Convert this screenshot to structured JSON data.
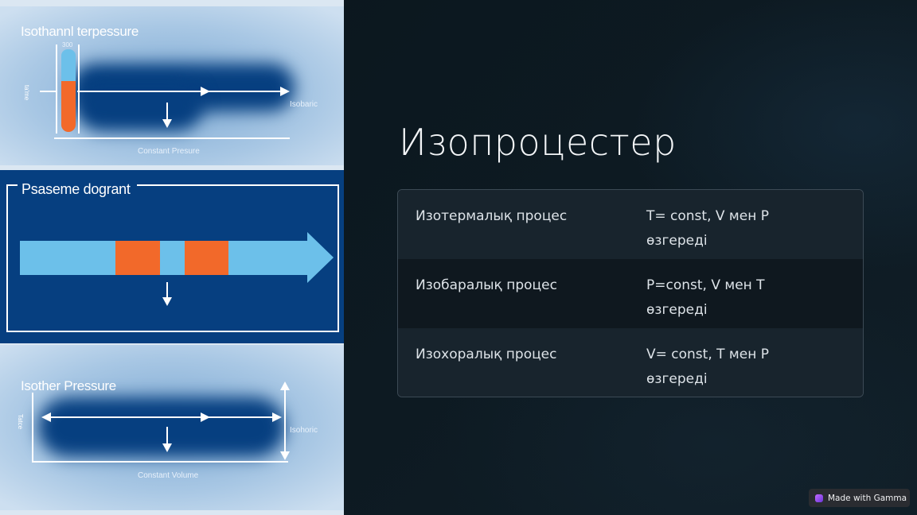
{
  "slide": {
    "title": "Изопроцестер",
    "colors": {
      "background": "#0c151c",
      "title_text": "#f3f5f7",
      "table_text": "#dde3e8",
      "table_border": "#3c4a55",
      "illustration_blue": "#063f80",
      "illustration_light_blue": "#6cc0ea",
      "illustration_orange": "#f2692a"
    },
    "table": {
      "rows": [
        {
          "process": "Изотермалық процес",
          "description_line1": "T= const, V мен P",
          "description_line2": "өзгереді"
        },
        {
          "process": "Изобаралық процес",
          "description_line1": "P=const, V мен T",
          "description_line2": "өзгереді"
        },
        {
          "process": "Изохоралық процес",
          "description_line1": "V= const, T мен P",
          "description_line2": "өзгереді"
        }
      ]
    }
  },
  "illustration": {
    "top_panel": {
      "title": "Isothannl terpessure",
      "tube_label": "300",
      "axis_label": "ta'me",
      "right_label": "Isobaric",
      "bottom_label": "Constant Presure"
    },
    "middle_panel": {
      "title": "Psaseme dogrant"
    },
    "bottom_panel": {
      "title": "Isother Pressure",
      "axis_label": "Tatce",
      "right_label": "Isohoric",
      "bottom_label": "Constant Volume"
    }
  },
  "badge": {
    "label": "Made with Gamma"
  }
}
